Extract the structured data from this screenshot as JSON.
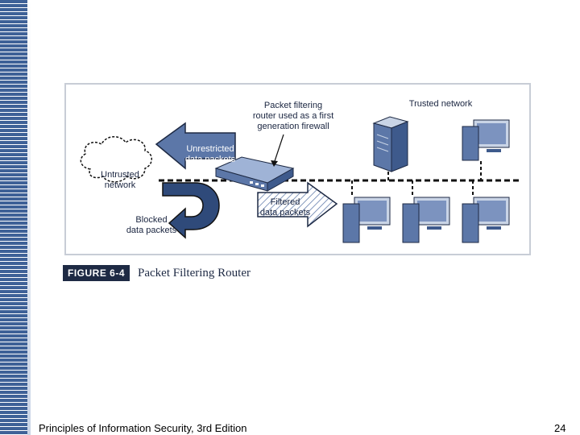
{
  "figure": {
    "badge": "FIGURE 6-4",
    "title": "Packet Filtering Router",
    "labels": {
      "router": "Packet filtering\nrouter used as a first\ngeneration firewall",
      "trusted": "Trusted network",
      "unrestricted": "Unrestricted\ndata packets",
      "untrusted": "Untrusted\nnetwork",
      "filtered": "Filtered\ndata packets",
      "blocked": "Blocked\ndata packets"
    }
  },
  "footer": {
    "text": "Principles of Information Security, 3rd Edition",
    "page": "24"
  },
  "colors": {
    "accent": "#3e6197",
    "dark": "#1e2a44",
    "computer": "#5c77a8"
  }
}
